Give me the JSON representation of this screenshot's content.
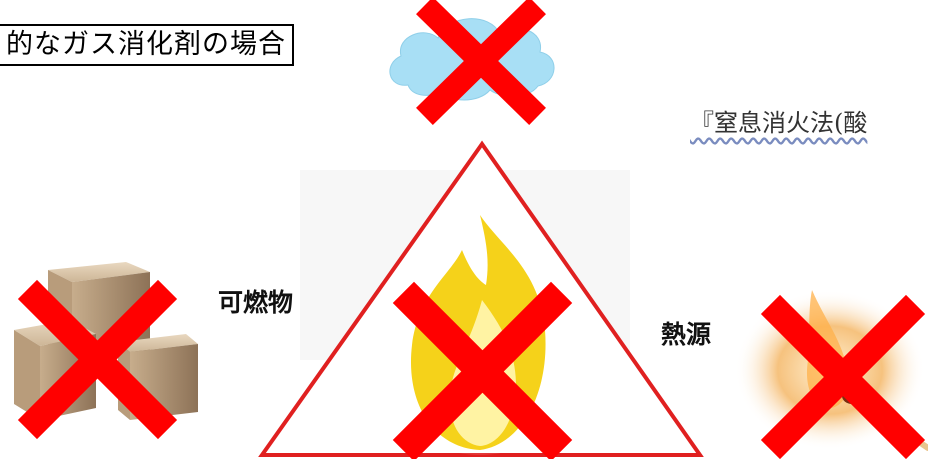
{
  "title": "的なガス消化剤の場合",
  "subtitle": "『窒息消火法(酸",
  "labels": {
    "combustible": "可燃物",
    "heat_source": "熱源"
  },
  "colors": {
    "triangle": "#e02020",
    "cross": "#ff0000",
    "flame": "#f5d21a",
    "cloud": "#a8dff5"
  }
}
